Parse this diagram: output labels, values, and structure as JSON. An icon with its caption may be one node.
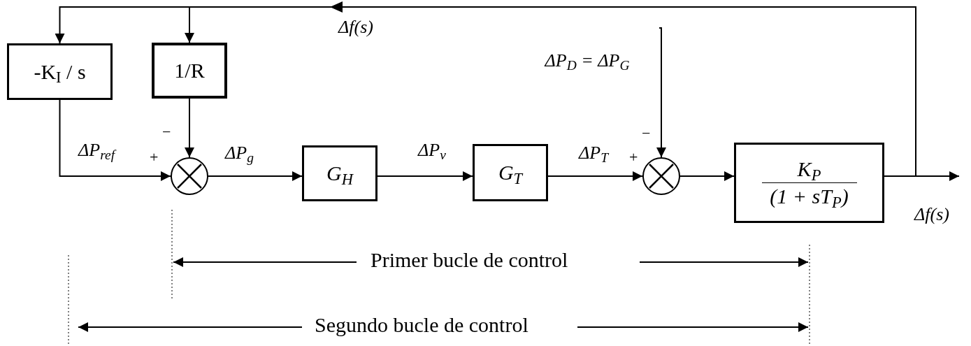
{
  "diagram": {
    "nodes": [
      {
        "text": [
          "-K$_{I}$ / s"
        ]
      },
      {
        "text": [
          "1/R"
        ]
      },
      {
        "text": [],
        "shape": "circle"
      },
      {
        "text": [
          "G$_{H}$"
        ]
      },
      {
        "text": [
          "G$_{T}$"
        ]
      },
      {
        "text": [],
        "shape": "circle"
      },
      {
        "text": [
          "K$_{P}$",
          "(1 + sT$_{P}$)"
        ]
      },
      {
        "text": [
          "ΔP$_{D}$ = ΔP$_{G}$"
        ]
      }
    ],
    "edges": [
      {
        "from": 6,
        "to": 0,
        "arrow": "to",
        "label": "Δf(s)"
      },
      {
        "from": 6,
        "to": 1,
        "arrow": "to"
      },
      {
        "from": 0,
        "to": 2,
        "arrow": "to",
        "label": "ΔP$_{ref}$"
      },
      {
        "from": 1,
        "to": 2,
        "arrow": "to"
      },
      {
        "from": 2,
        "to": 3,
        "arrow": "to",
        "label": "ΔP$_{g}$"
      },
      {
        "from": 3,
        "to": 4,
        "arrow": "to",
        "label": "ΔP$_{v}$"
      },
      {
        "from": 4,
        "to": 5,
        "arrow": "to",
        "label": "ΔP$_{T}$"
      },
      {
        "from": 7,
        "to": 5,
        "arrow": "to"
      },
      {
        "from": 5,
        "to": 6,
        "arrow": "to"
      },
      {
        "from": 6,
        "to": null,
        "arrow": "to",
        "label": "Δf(s)"
      }
    ],
    "labels": [
      "−",
      "+",
      "−",
      "+",
      "Primer bucle de control",
      "Segundo bucle de control"
    ]
  }
}
